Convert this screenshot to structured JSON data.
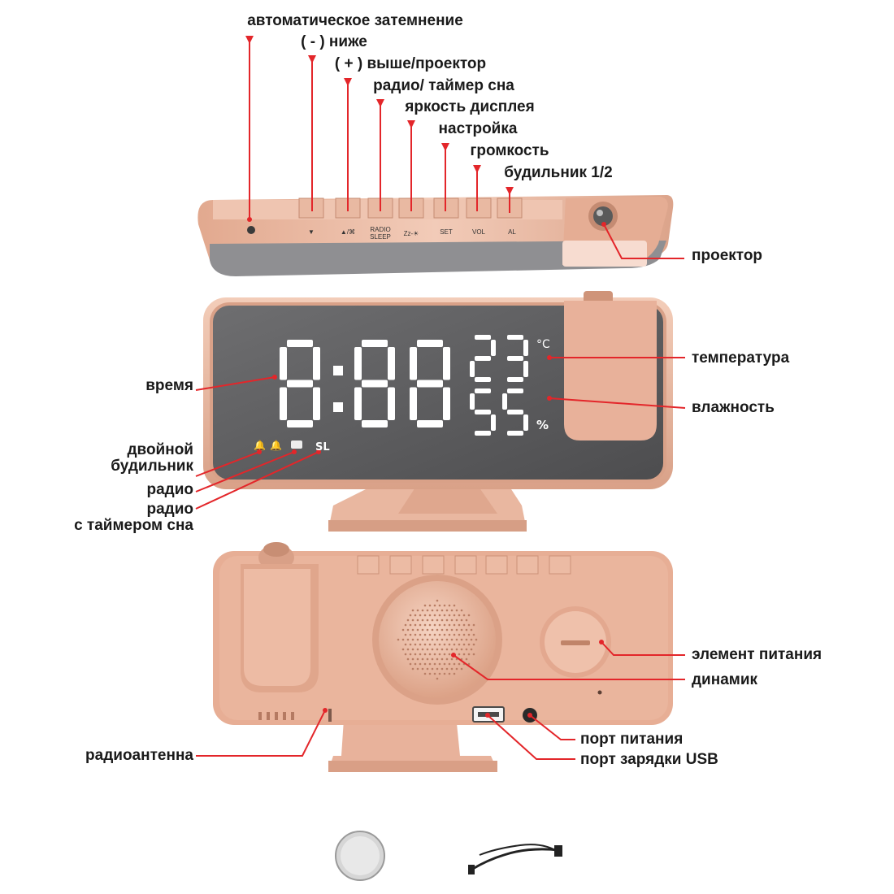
{
  "labels": {
    "auto_dim": "автоматическое затемнение",
    "minus_down": "( - ) ниже",
    "plus_up_projector": "( + ) выше/проектор",
    "radio_sleep_timer": "радио/ таймер сна",
    "display_brightness": "яркость дисплея",
    "setting": "настройка",
    "volume": "громкость",
    "alarm_1_2": "будильник 1/2",
    "projector": "проектор",
    "time": "время",
    "temperature": "температура",
    "humidity": "влажность",
    "dual_alarm_line1": "двойной",
    "dual_alarm_line2": "будильник",
    "radio": "радио",
    "radio_sleep_line1": "радио",
    "radio_sleep_line2": "с таймером сна",
    "battery": "элемент питания",
    "speaker": "динамик",
    "radio_antenna": "радиоантенна",
    "power_port": "порт питания",
    "usb_port": "порт зарядки USB"
  },
  "device_top": {
    "buttons": [
      {
        "icon": "▼",
        "name": "down-button"
      },
      {
        "icon": "▲/⌘",
        "name": "up-projector-button"
      },
      {
        "icon": "RADIO SLEEP",
        "name": "radio-sleep-button"
      },
      {
        "icon": "Zz-☀",
        "name": "brightness-button"
      },
      {
        "icon": "SET",
        "name": "set-button"
      },
      {
        "icon": "VOL",
        "name": "vol-button"
      },
      {
        "icon": "AL",
        "name": "alarm-button"
      }
    ]
  },
  "display": {
    "time": "8:88",
    "temperature": "23",
    "temp_unit": "°C",
    "humidity": "55",
    "humidity_unit": "%",
    "status_sl": "SL"
  },
  "colors": {
    "rose_gold": "#e7b49c",
    "rose_gold_dark": "#c98f76",
    "screen": "#5d5d5f",
    "leader": "#e3262a",
    "digit": "#ffffff"
  }
}
